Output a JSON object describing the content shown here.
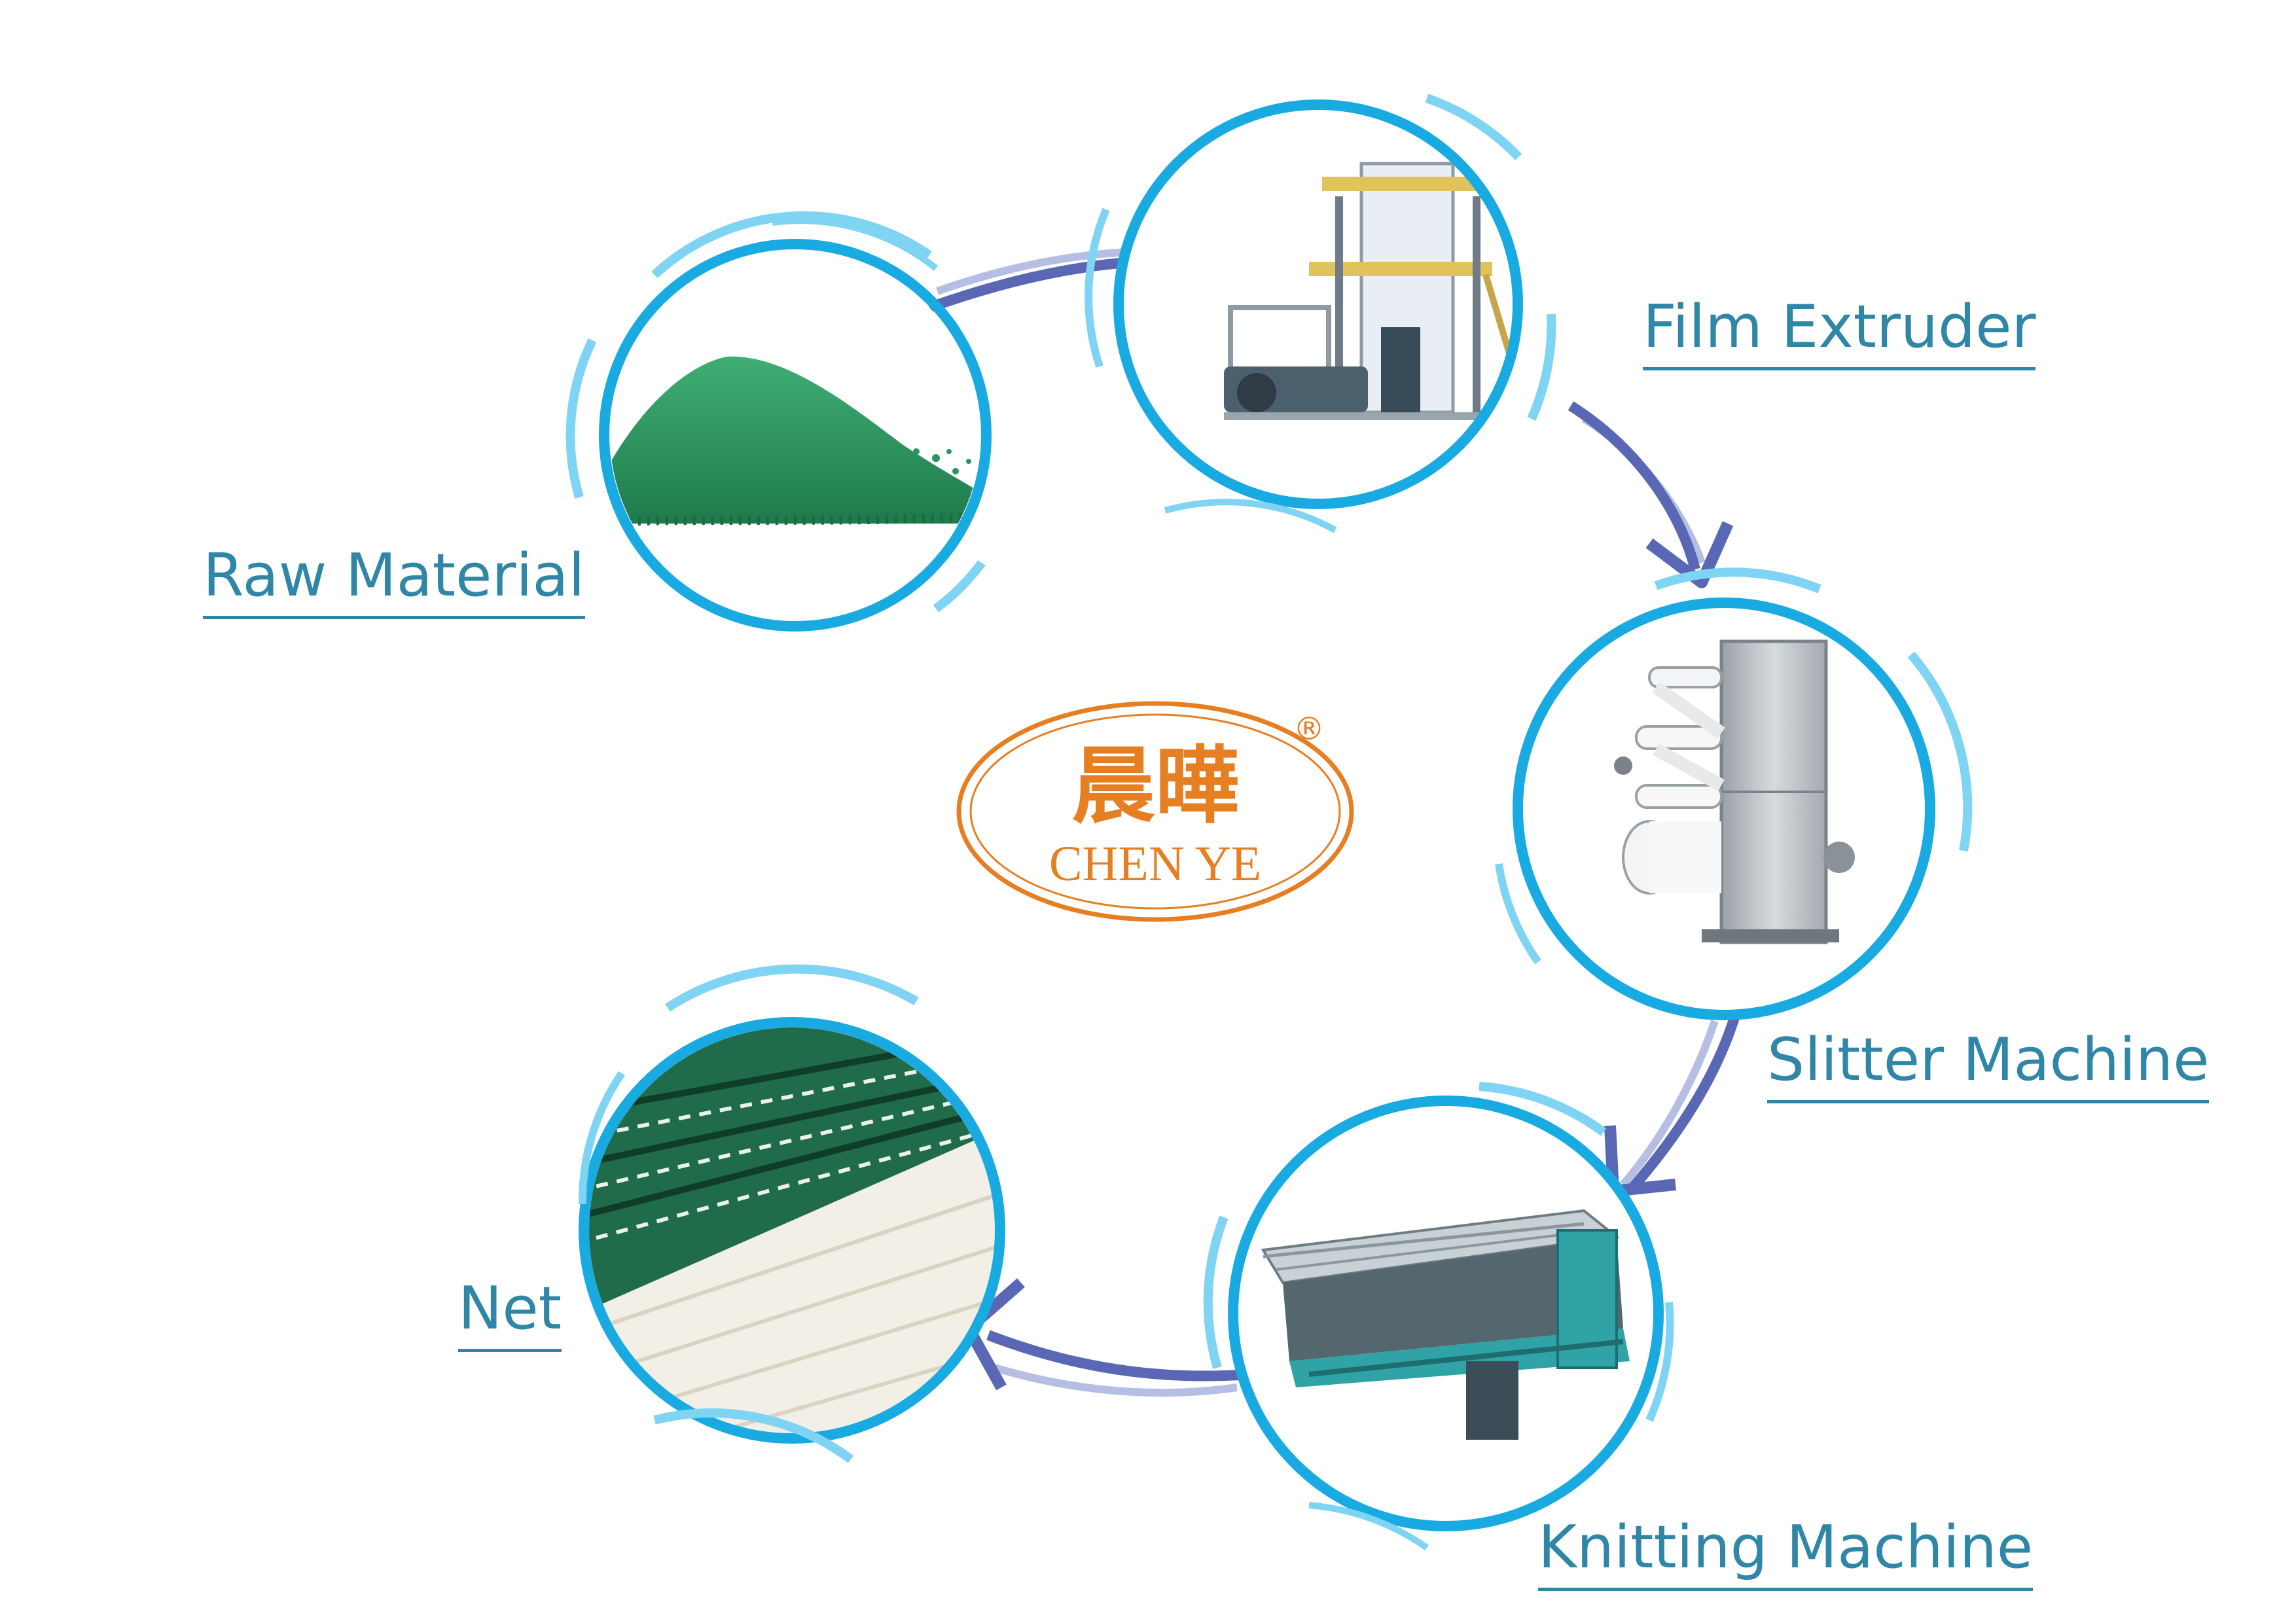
{
  "title": "",
  "logo": {
    "chinese": "晨曄",
    "english": "CHEN YE",
    "registered_mark": "®",
    "color": "#e67e22"
  },
  "colors": {
    "ring": "#1aaae2",
    "ring_outer": "#7fd3f3",
    "arrow": "#5a67b5",
    "arrow_light": "#b6bfe3",
    "label": "#2f86a6"
  },
  "steps": [
    {
      "label": "Raw Material",
      "image": "green plastic granules"
    },
    {
      "label": "Film Extruder",
      "image": "blown film extrusion machine"
    },
    {
      "label": "Slitter Machine",
      "image": "slitting machine with film rolls"
    },
    {
      "label": "Knitting Machine",
      "image": "raschel knitting machine"
    },
    {
      "label": "Net",
      "image": "green and white knitted shade net"
    }
  ]
}
